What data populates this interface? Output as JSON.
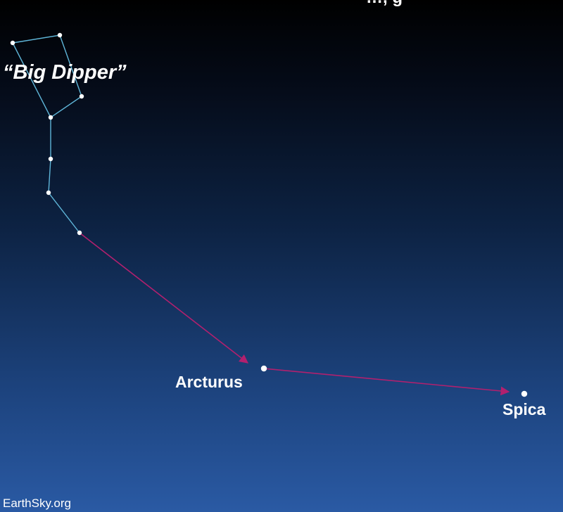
{
  "labels": {
    "big_dipper": "“Big Dipper”",
    "arcturus": "Arcturus",
    "spica": "Spica",
    "top_fragment": "…, g",
    "credit": "EarthSky.org"
  },
  "colors": {
    "constellation_line": "#5fb6d9",
    "pointer_arrow": "#b2206e",
    "star": "#ffffff"
  },
  "stars": [
    {
      "name": "dipper-star-1"
    },
    {
      "name": "dipper-star-2"
    },
    {
      "name": "dipper-star-3"
    },
    {
      "name": "dipper-star-4"
    },
    {
      "name": "dipper-star-5"
    },
    {
      "name": "dipper-star-6"
    },
    {
      "name": "dipper-star-7"
    },
    {
      "name": "arcturus-star"
    },
    {
      "name": "spica-star"
    }
  ]
}
